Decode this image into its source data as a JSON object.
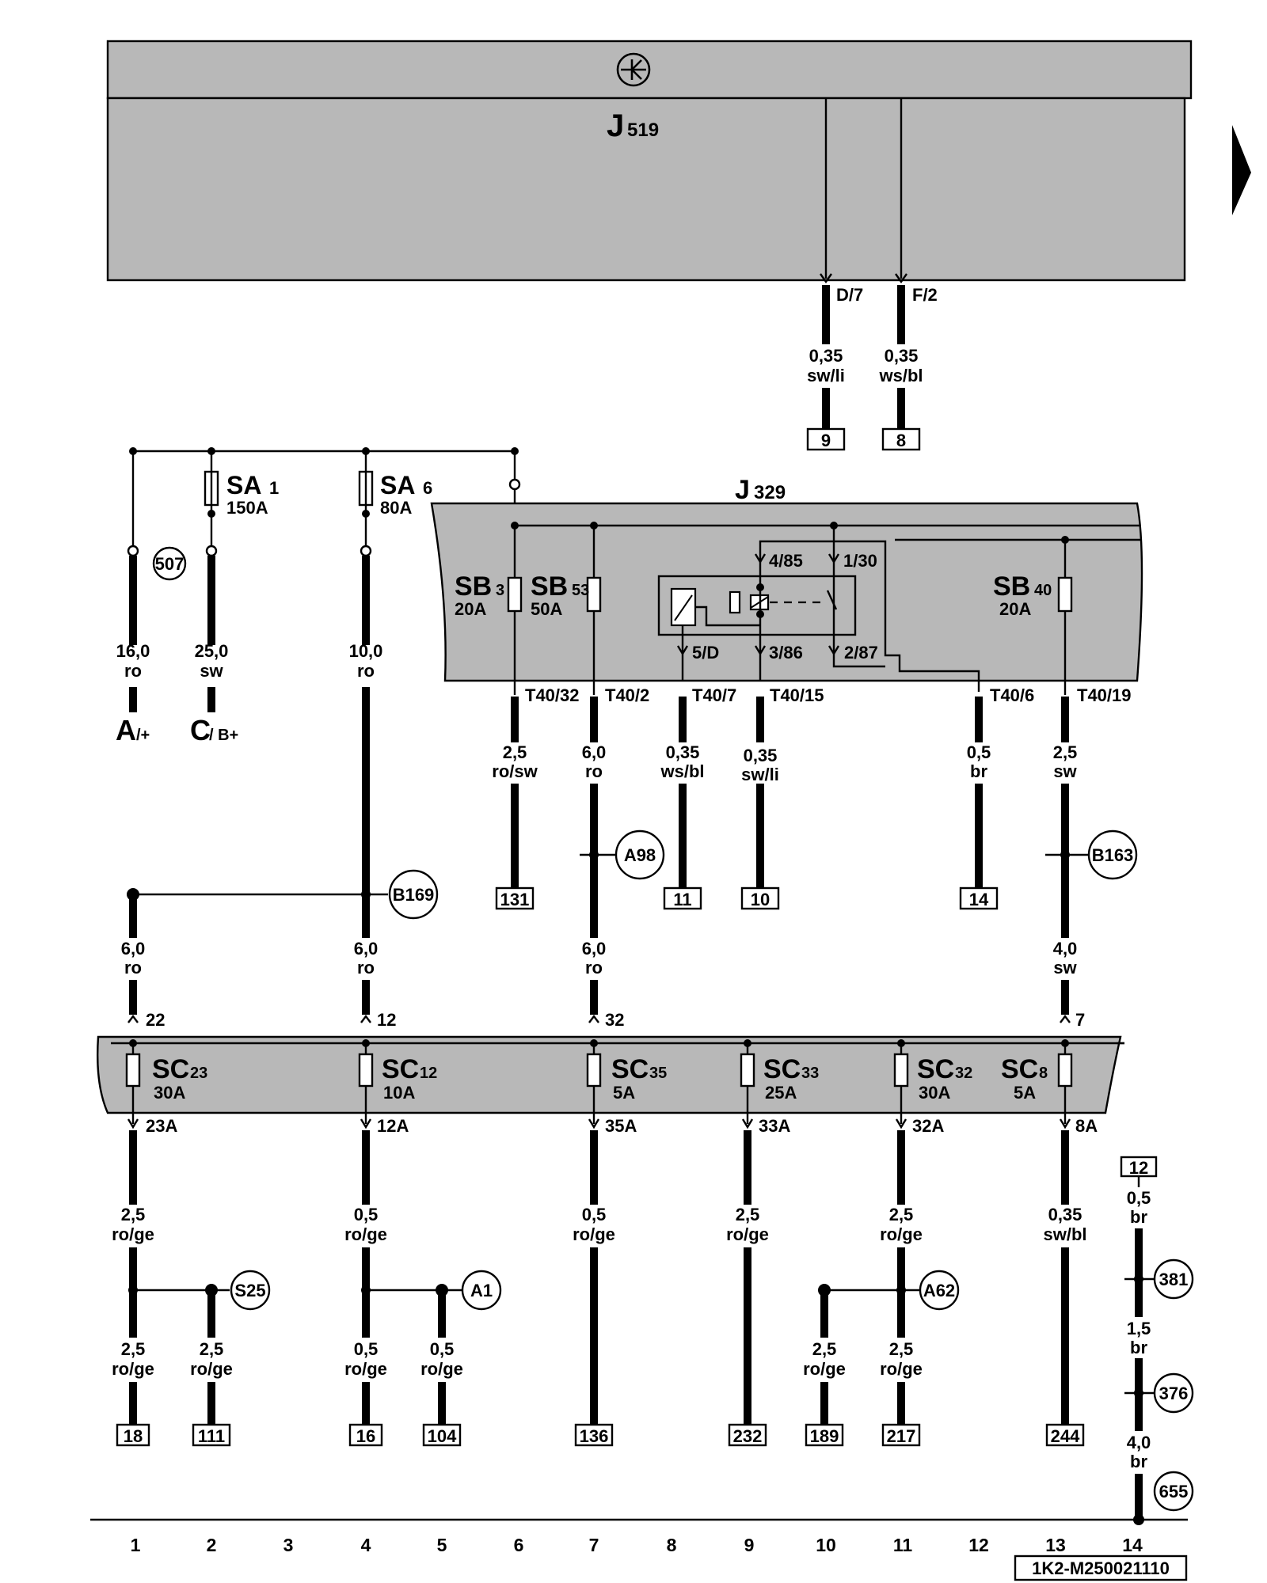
{
  "doc_id": "1K2-M250021110",
  "modules": {
    "j519": {
      "letter": "J",
      "num": "519"
    },
    "j329": {
      "letter": "J",
      "num": "329"
    }
  },
  "top_pins": [
    {
      "pin": "D/7",
      "size": "0,35",
      "color": "sw/li",
      "ref": "9"
    },
    {
      "pin": "F/2",
      "size": "0,35",
      "color": "ws/bl",
      "ref": "8"
    }
  ],
  "sa_fuses": [
    {
      "name": "SA",
      "sub": "1",
      "amp": "150A"
    },
    {
      "name": "SA",
      "sub": "6",
      "amp": "80A"
    }
  ],
  "battery": {
    "a_size": "16,0",
    "a_color": "ro",
    "a_label": "A",
    "a_sub": "/+",
    "c_size": "25,0",
    "c_color": "sw",
    "c_label": "C",
    "c_sub": "/ B+",
    "sa6_size": "10,0",
    "sa6_color": "ro",
    "conn_507": "507"
  },
  "sb_fuses": [
    {
      "name": "SB",
      "sub": "3",
      "amp": "20A"
    },
    {
      "name": "SB",
      "sub": "53",
      "amp": "50A"
    },
    {
      "name": "SB",
      "sub": "40",
      "amp": "20A"
    }
  ],
  "relay_pins": [
    "4/85",
    "1/30",
    "5/D",
    "3/86",
    "2/87"
  ],
  "j329_outputs": [
    {
      "pin": "T40/32",
      "size": "2,5",
      "color": "ro/sw",
      "ref": "131"
    },
    {
      "pin": "T40/2",
      "size": "6,0",
      "color": "ro",
      "ref": ""
    },
    {
      "pin": "T40/7",
      "size": "0,35",
      "color": "ws/bl",
      "ref": "11"
    },
    {
      "pin": "T40/15",
      "size": "0,35",
      "color": "sw/li",
      "ref": "10"
    },
    {
      "pin": "T40/6",
      "size": "0,5",
      "color": "br",
      "ref": "14"
    },
    {
      "pin": "T40/19",
      "size": "2,5",
      "color": "sw",
      "ref": ""
    }
  ],
  "connectors": {
    "b169": "B169",
    "a98": "A98",
    "b163": "B163",
    "s25": "S25",
    "a1": "A1",
    "a62": "A62",
    "c381": "381",
    "c376": "376",
    "c655": "655"
  },
  "sc_inputs": [
    {
      "size": "6,0",
      "color": "ro",
      "pin": "22"
    },
    {
      "size": "6,0",
      "color": "ro",
      "pin": "12"
    },
    {
      "size": "6,0",
      "color": "ro",
      "pin": "32"
    },
    {
      "size": "4,0",
      "color": "sw",
      "pin": "7"
    }
  ],
  "sc_fuses": [
    {
      "name": "SC",
      "sub": "23",
      "amp": "30A",
      "out": "23A",
      "size": "2,5",
      "color": "ro/ge"
    },
    {
      "name": "SC",
      "sub": "12",
      "amp": "10A",
      "out": "12A",
      "size": "0,5",
      "color": "ro/ge"
    },
    {
      "name": "SC",
      "sub": "35",
      "amp": "5A",
      "out": "35A",
      "size": "0,5",
      "color": "ro/ge"
    },
    {
      "name": "SC",
      "sub": "33",
      "amp": "25A",
      "out": "33A",
      "size": "2,5",
      "color": "ro/ge"
    },
    {
      "name": "SC",
      "sub": "32",
      "amp": "30A",
      "out": "32A",
      "size": "2,5",
      "color": "ro/ge"
    },
    {
      "name": "SC",
      "sub": "8",
      "amp": "5A",
      "out": "8A",
      "size": "0,35",
      "color": "sw/bl"
    }
  ],
  "bottom_branches": [
    {
      "size": "2,5",
      "color": "ro/ge",
      "ref": "18"
    },
    {
      "size": "2,5",
      "color": "ro/ge",
      "ref": "111"
    },
    {
      "size": "0,5",
      "color": "ro/ge",
      "ref": "16"
    },
    {
      "size": "0,5",
      "color": "ro/ge",
      "ref": "104"
    },
    {
      "size": "",
      "color": "",
      "ref": "136"
    },
    {
      "size": "",
      "color": "",
      "ref": "232"
    },
    {
      "size": "2,5",
      "color": "ro/ge",
      "ref": "189"
    },
    {
      "size": "2,5",
      "color": "ro/ge",
      "ref": "217"
    },
    {
      "size": "",
      "color": "",
      "ref": "244"
    }
  ],
  "ground": {
    "ref": "12",
    "w1_size": "0,5",
    "w1_color": "br",
    "w2_size": "1,5",
    "w2_color": "br",
    "w3_size": "4,0",
    "w3_color": "br"
  },
  "tracks": [
    "1",
    "2",
    "3",
    "4",
    "5",
    "6",
    "7",
    "8",
    "9",
    "10",
    "11",
    "12",
    "13",
    "14"
  ]
}
